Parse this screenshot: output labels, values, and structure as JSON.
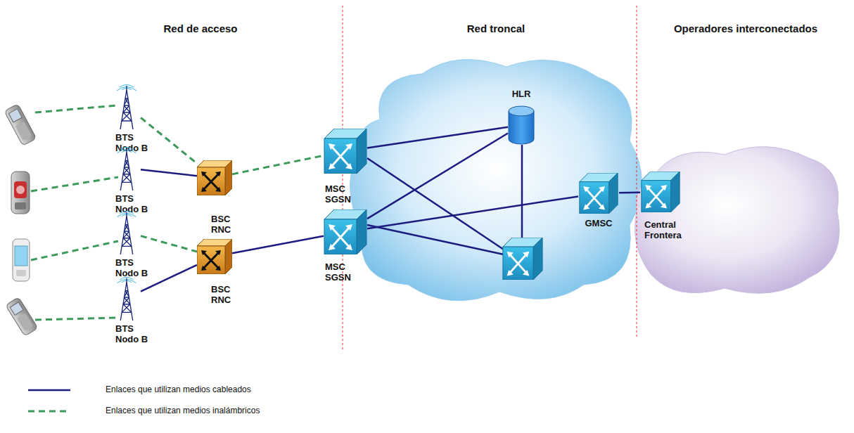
{
  "diagram": {
    "nodes": [
      {
        "text": [
          "BTS Nodo B"
        ]
      },
      {
        "text": [
          "BTS Nodo B"
        ]
      },
      {
        "text": [
          "BTS Nodo B"
        ]
      },
      {
        "text": [
          "BTS Nodo B"
        ]
      },
      {
        "text": [
          "BSC RNC"
        ]
      },
      {
        "text": [
          "BSC RNC"
        ]
      },
      {
        "text": [
          "MSC SGSN"
        ]
      },
      {
        "text": [
          "MSC SGSN"
        ]
      },
      {
        "text": [
          "HLR"
        ]
      },
      {
        "text": [
          "GMSC"
        ]
      },
      {
        "text": [
          "Central Frontera"
        ]
      }
    ],
    "edges": [
      {
        "from": 0,
        "to": 4,
        "arrow": "none"
      },
      {
        "from": 1,
        "to": 4,
        "arrow": "none"
      },
      {
        "from": 2,
        "to": 5,
        "arrow": "none"
      },
      {
        "from": 3,
        "to": 5,
        "arrow": "none"
      },
      {
        "from": 4,
        "to": 6,
        "arrow": "none"
      },
      {
        "from": 5,
        "to": 7,
        "arrow": "none"
      },
      {
        "from": 6,
        "to": 8,
        "arrow": "none"
      },
      {
        "from": 7,
        "to": 8,
        "arrow": "none"
      },
      {
        "from": 7,
        "to": 9,
        "arrow": "none"
      },
      {
        "from": 9,
        "to": 10,
        "arrow": "none"
      }
    ],
    "labels": [
      "Red de acceso",
      "Red troncal",
      "Operadores interconectados"
    ],
    "legend": [
      {
        "text": "Enlaces que utilizan medios cableados"
      },
      {
        "text": "Enlaces que utilizan medios inalámbricos"
      }
    ]
  }
}
